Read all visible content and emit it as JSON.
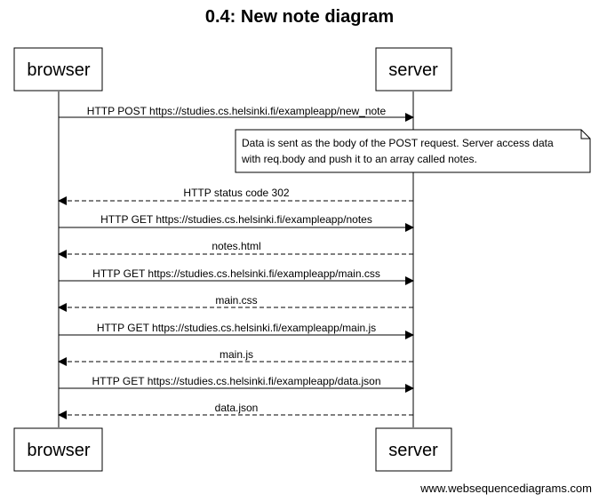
{
  "title": "0.4: New note diagram",
  "participants": [
    "browser",
    "server"
  ],
  "note": {
    "line1": "Data is sent as the body of the POST request. Server access data",
    "line2": "with req.body and push it to an array called notes."
  },
  "messages": [
    {
      "label": "HTTP POST https://studies.cs.helsinki.fi/exampleapp/new_note",
      "from": "browser",
      "to": "server",
      "style": "solid"
    },
    {
      "label": "HTTP status code 302",
      "from": "server",
      "to": "browser",
      "style": "dashed"
    },
    {
      "label": "HTTP GET https://studies.cs.helsinki.fi/exampleapp/notes",
      "from": "browser",
      "to": "server",
      "style": "solid"
    },
    {
      "label": "notes.html",
      "from": "server",
      "to": "browser",
      "style": "dashed"
    },
    {
      "label": "HTTP GET https://studies.cs.helsinki.fi/exampleapp/main.css",
      "from": "browser",
      "to": "server",
      "style": "solid"
    },
    {
      "label": "main.css",
      "from": "server",
      "to": "browser",
      "style": "dashed"
    },
    {
      "label": "HTTP GET https://studies.cs.helsinki.fi/exampleapp/main.js",
      "from": "browser",
      "to": "server",
      "style": "solid"
    },
    {
      "label": "main.js",
      "from": "server",
      "to": "browser",
      "style": "dashed"
    },
    {
      "label": "HTTP GET https://studies.cs.helsinki.fi/exampleapp/data.json",
      "from": "browser",
      "to": "server",
      "style": "solid"
    },
    {
      "label": "data.json",
      "from": "server",
      "to": "browser",
      "style": "dashed"
    }
  ],
  "watermark": "www.websequencediagrams.com"
}
